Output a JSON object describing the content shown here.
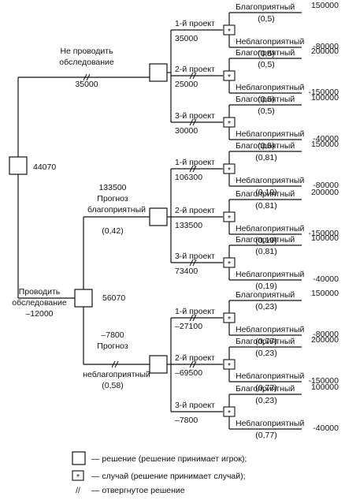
{
  "strike_mark": "//",
  "chance_mark": "*",
  "root": {
    "value": "44070"
  },
  "branches": [
    {
      "label": [
        "Не проводить",
        "обследование"
      ],
      "cost": "35000",
      "node_value": "",
      "forecast": null,
      "projects": [
        {
          "name": "1-й проект",
          "value": "35000",
          "fav": "Благоприятный",
          "fav_p": "(0,5)",
          "fav_payoff": "150000",
          "unfav": "Неблагоприятный",
          "unfav_p": "(0,5)",
          "unfav_payoff": "-80000"
        },
        {
          "name": "2-й проект",
          "value": "25000",
          "fav": "Благоприятный",
          "fav_p": "(0,5)",
          "fav_payoff": "200000",
          "unfav": "Неблагоприятный",
          "unfav_p": "(0,5)",
          "unfav_payoff": "-150000"
        },
        {
          "name": "3-й проект",
          "value": "30000",
          "fav": "Благоприятный",
          "fav_p": "(0,5)",
          "fav_payoff": "100000",
          "unfav": "Неблагоприятный",
          "unfav_p": "(0,5)",
          "unfav_payoff": "-40000"
        }
      ]
    },
    {
      "label": [
        "Проводить",
        "обследование"
      ],
      "cost": "–12000",
      "node_value": "56070",
      "forecasts": [
        {
          "value": "133500",
          "label": [
            "Прогноз",
            "благоприятный"
          ],
          "prob": "(0,42)",
          "projects": [
            {
              "name": "1-й проект",
              "value": "106300",
              "fav": "Благоприятный",
              "fav_p": "(0,81)",
              "fav_payoff": "150000",
              "unfav": "Неблагоприятный",
              "unfav_p": "(0,19)",
              "unfav_payoff": "-80000"
            },
            {
              "name": "2-й проект",
              "value": "133500",
              "fav": "Благоприятный",
              "fav_p": "(0,81)",
              "fav_payoff": "200000",
              "unfav": "Неблагоприятный",
              "unfav_p": "(0,19)",
              "unfav_payoff": "-150000"
            },
            {
              "name": "3-й проект",
              "value": "73400",
              "fav": "Благоприятный",
              "fav_p": "(0,81)",
              "fav_payoff": "100000",
              "unfav": "Неблагоприятный",
              "unfav_p": "(0,19)",
              "unfav_payoff": "-40000"
            }
          ]
        },
        {
          "value": "–7800",
          "label": [
            "Прогноз",
            "неблагоприятный"
          ],
          "prob": "(0,58)",
          "projects": [
            {
              "name": "1-й проект",
              "value": "–27100",
              "fav": "Благоприятный",
              "fav_p": "(0,23)",
              "fav_payoff": "150000",
              "unfav": "Неблагоприятный",
              "unfav_p": "(0,77)",
              "unfav_payoff": "-80000"
            },
            {
              "name": "2-й проект",
              "value": "–69500",
              "fav": "Благоприятный",
              "fav_p": "(0,23)",
              "fav_payoff": "200000",
              "unfav": "Неблагоприятный",
              "unfav_p": "(0,77)",
              "unfav_payoff": "-150000"
            },
            {
              "name": "3-й проект",
              "value": "–7800",
              "fav": "Благоприятный",
              "fav_p": "(0,23)",
              "fav_payoff": "100000",
              "unfav": "Неблагоприятный",
              "unfav_p": "(0,77)",
              "unfav_payoff": "-40000"
            }
          ]
        }
      ]
    }
  ],
  "legend": {
    "decision": "— решение (решение принимает игрок);",
    "chance": "— случай (решение принимает случай);",
    "rejected": "— отвергнутое решение"
  }
}
